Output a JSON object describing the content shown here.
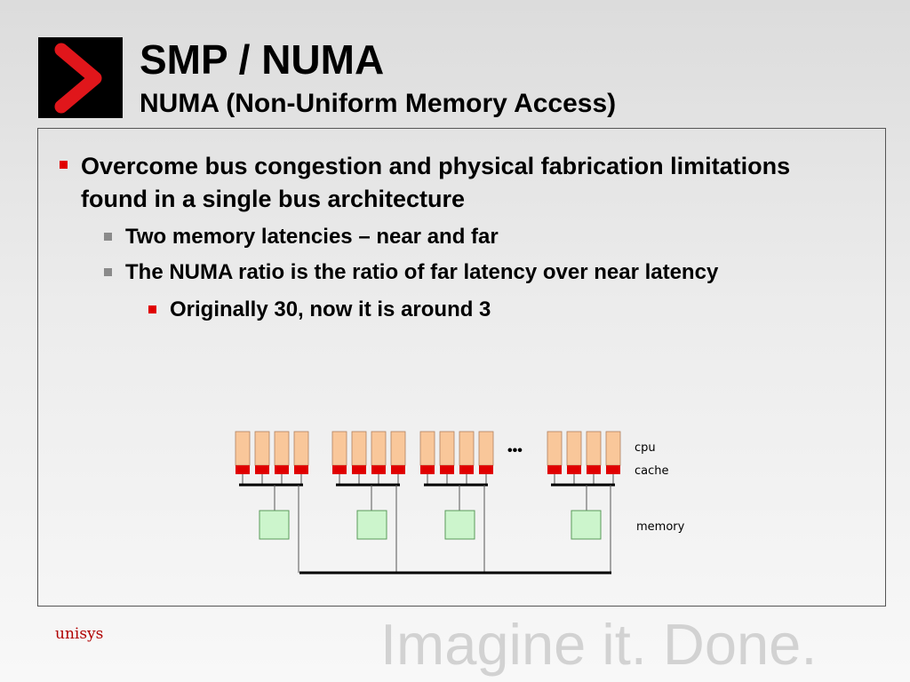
{
  "slide": {
    "title": "SMP / NUMA",
    "subtitle": "NUMA (Non-Uniform Memory Access)"
  },
  "bullets": {
    "level1": "Overcome bus congestion and physical fabrication limitations found in a single bus architecture",
    "level2a": "Two memory latencies – near and far",
    "level2b": "The NUMA ratio is the ratio of far latency over near latency",
    "level3": "Originally 30, now it is around 3"
  },
  "diagram": {
    "labels": {
      "cpu": "cpu",
      "cache": "cache",
      "memory": "memory",
      "ellipsis": "•••"
    },
    "colors": {
      "cpu": "#f9c79a",
      "cache": "#e00000",
      "memory": "#ccf5cc",
      "memory_border": "#5a9a5a",
      "bus": "#000000",
      "wire": "#555555"
    }
  },
  "footer": {
    "brand": "unisys",
    "tagline": "Imagine it.  Done."
  },
  "colors": {
    "logo_bg": "#000000",
    "logo_chevron": "#e0161b",
    "bullet_red": "#e00000",
    "bullet_gray": "#8a8a8a"
  }
}
